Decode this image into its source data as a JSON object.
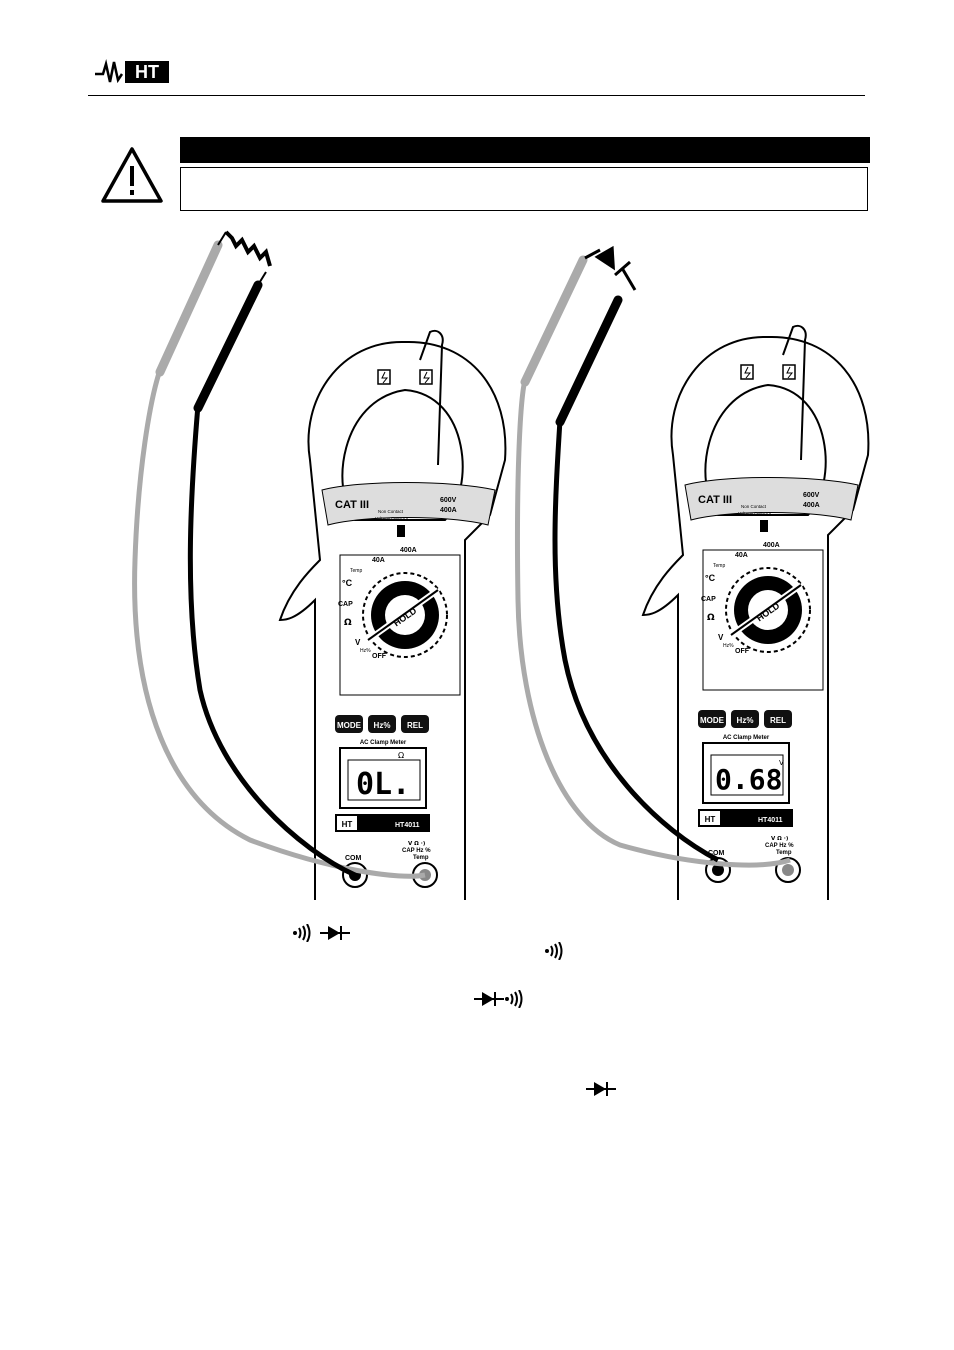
{
  "header": {
    "logo_text": "HT"
  },
  "warning": {
    "title": "",
    "body": ""
  },
  "meters": [
    {
      "cat": "CAT III",
      "rating_v": "600V",
      "rating_a": "400A",
      "ncv_line1": "Non Contact",
      "ncv_line2": "Voltage Detector",
      "dial_hold": "HOLD",
      "dial_labels": {
        "a40": "40A",
        "a400": "400A",
        "temp": "Temp",
        "c": "°C",
        "cap": "CAP",
        "ohm": "Ω",
        "v": "V",
        "hz": "Hz%",
        "off": "OFF"
      },
      "buttons": [
        "MODE",
        "Hz%",
        "REL"
      ],
      "title": "AC Clamp Meter",
      "display": "0L.",
      "display_unit": "Ω",
      "brand": "HT",
      "model": "HT4011",
      "com": "COM",
      "input1": "V Ω ·)",
      "input2": "CAP Hz %",
      "input3": "Temp"
    },
    {
      "cat": "CAT III",
      "rating_v": "600V",
      "rating_a": "400A",
      "ncv_line1": "Non Contact",
      "ncv_line2": "Voltage Detector",
      "dial_hold": "HOLD",
      "dial_labels": {
        "a40": "40A",
        "a400": "400A",
        "temp": "Temp",
        "c": "°C",
        "cap": "CAP",
        "ohm": "Ω",
        "v": "V",
        "hz": "Hz%",
        "off": "OFF"
      },
      "buttons": [
        "MODE",
        "Hz%",
        "REL"
      ],
      "title": "AC Clamp Meter",
      "display": "0.68",
      "display_unit": "V",
      "brand": "HT",
      "model": "HT4011",
      "com": "COM",
      "input1": "V Ω ·)",
      "input2": "CAP Hz %",
      "input3": "Temp"
    }
  ],
  "icons": [
    "continuity-icon",
    "diode-icon"
  ]
}
